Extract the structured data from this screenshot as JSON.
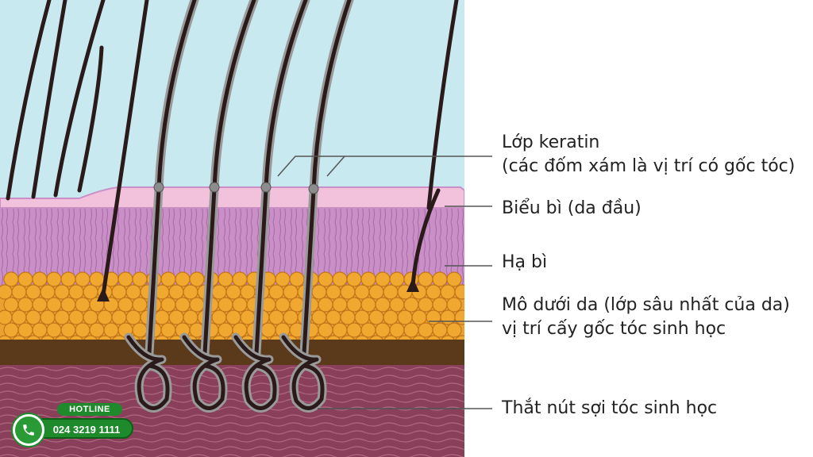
{
  "labels": {
    "keratin_line1": "Lớp keratin",
    "keratin_line2": "(các đốm xám là vị trí có gốc tóc)",
    "bieu_bi": "Biểu bì (da đầu)",
    "ha_bi": "Hạ bì",
    "mo_line1": "Mô dưới da (lớp sâu nhất của da)",
    "mo_line2": "vị trí cấy gốc tóc sinh học",
    "that_nut": "Thắt nút sợi tóc sinh học"
  },
  "hotline": {
    "title": "HOTLINE",
    "number": "024 3219 1111"
  },
  "colors": {
    "sky": "#c9e9f1",
    "epidermis": "#f2c2dc",
    "dermis": "#c98fc6",
    "fat": "#eca030",
    "deep_band": "#5b3a1c",
    "deep_tissue": "#8a3f5a",
    "hair": "#2a1a1a",
    "leader_line": "#555555",
    "hotline_green": "#1f8a2c"
  }
}
